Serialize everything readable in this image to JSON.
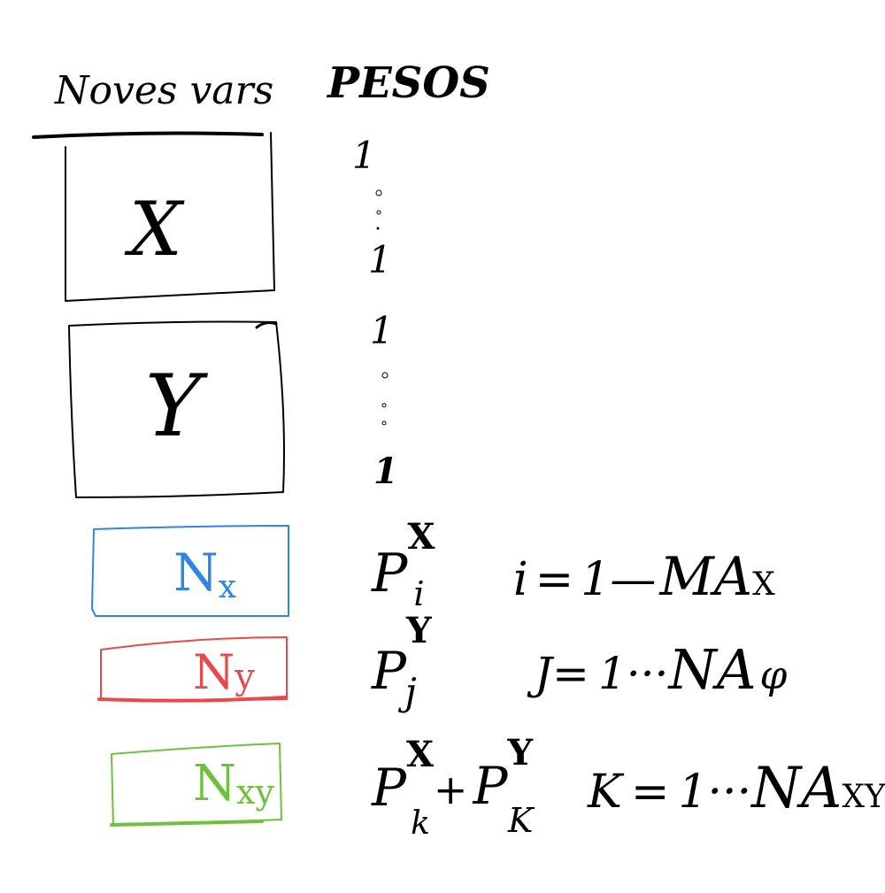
{
  "headers": {
    "left": "Noves vars",
    "right": "PESOS"
  },
  "blocks": {
    "x": {
      "label": "X",
      "color": "#000000"
    },
    "y": {
      "label": "Y",
      "color": "#000000"
    },
    "nx": {
      "label_main": "N",
      "label_sub": "x",
      "color": "#2f86e0"
    },
    "ny": {
      "label_main": "N",
      "label_sub": "y",
      "color": "#e64a4a"
    },
    "nxy": {
      "label_main": "N",
      "label_sub": "xy",
      "color": "#6cc23a"
    }
  },
  "weights_x": {
    "top": "1",
    "bottom": "1"
  },
  "weights_y": {
    "top": "1",
    "bottom": "1"
  },
  "formulas": {
    "px": {
      "base": "P",
      "sup": "X",
      "sub": "i"
    },
    "py": {
      "base": "P",
      "sup": "Y",
      "sub": "j"
    },
    "pxy": {
      "base1": "P",
      "sup1": "X",
      "sub1": "k",
      "plus": "+",
      "base2": "P",
      "sup2": "Y",
      "sub2": "K"
    }
  },
  "ranges": {
    "i": {
      "var": "i",
      "eq": "=",
      "start": "1",
      "sep": "—",
      "end_main": "MA",
      "end_sub": "X"
    },
    "j": {
      "var": "J",
      "eq": "=",
      "start": "1",
      "sep": "···",
      "end_main": "NA",
      "end_sub": "φ"
    },
    "k": {
      "var": "K",
      "eq": "=",
      "start": "1",
      "sep": "···",
      "end_main": "NA",
      "end_sub": "XY"
    }
  }
}
